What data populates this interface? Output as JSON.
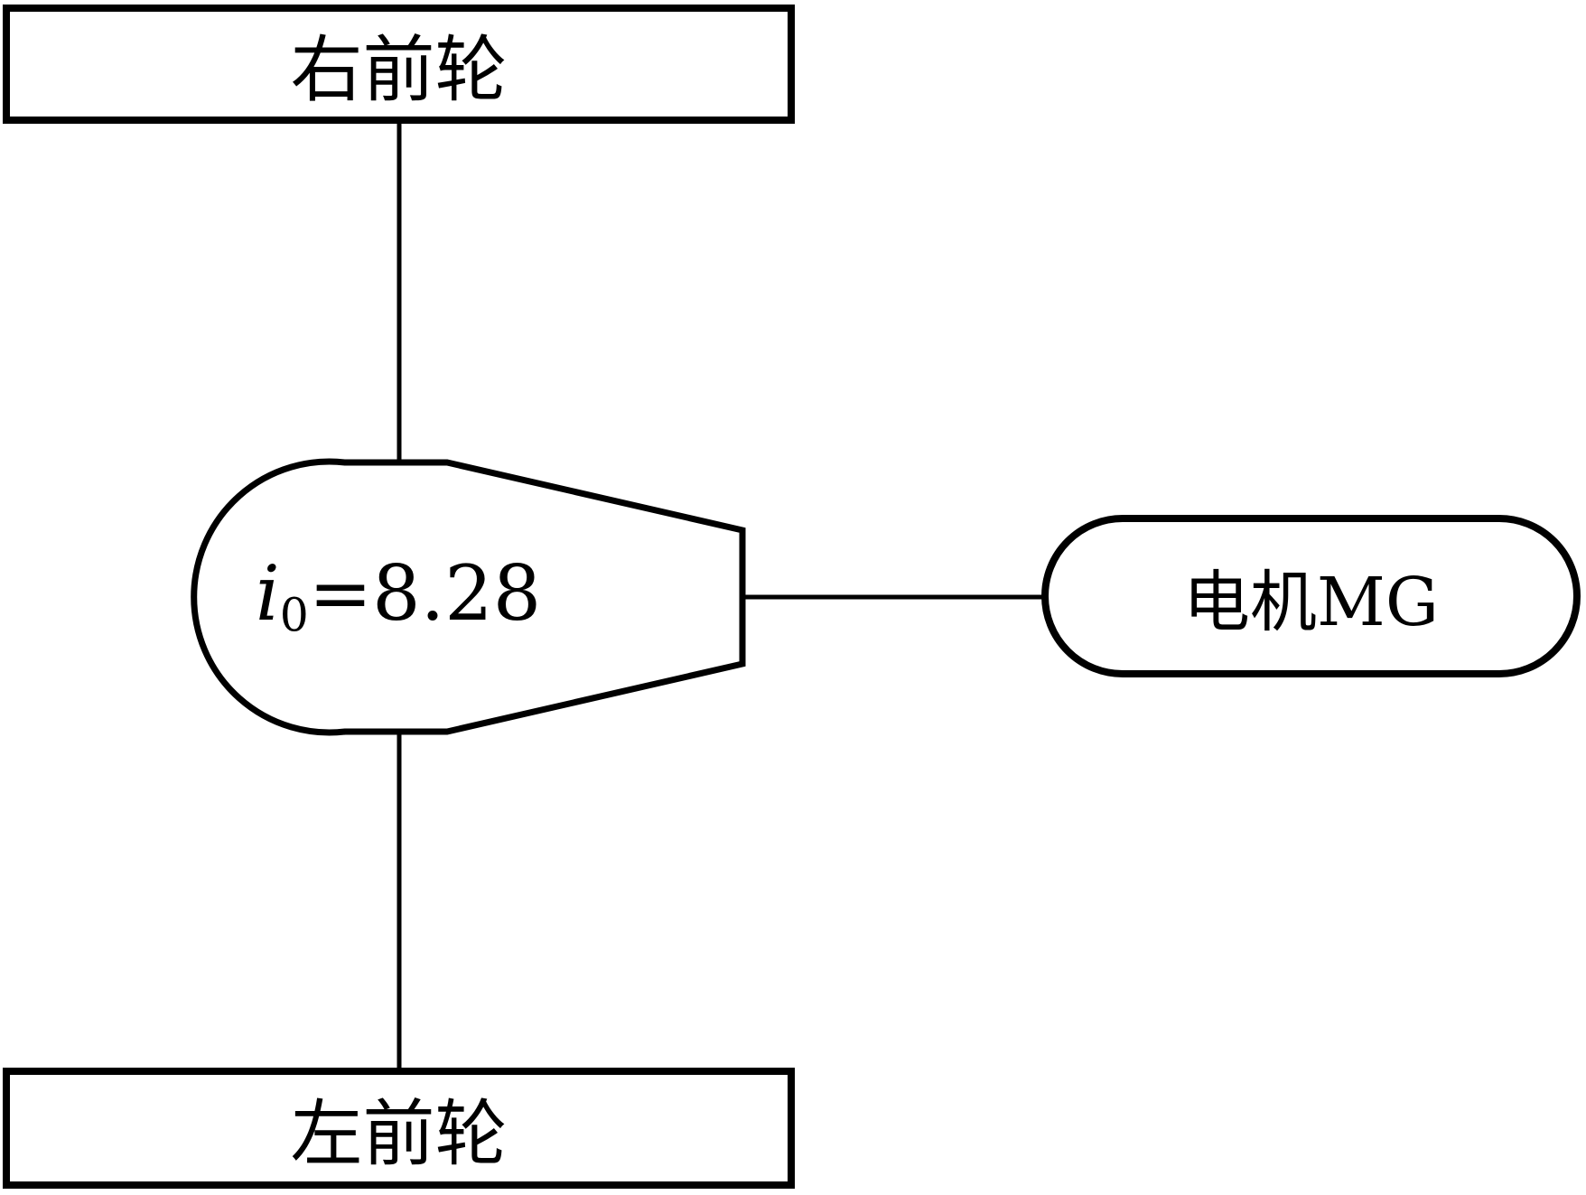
{
  "diagram": {
    "background_color": "#ffffff",
    "stroke_color": "#000000",
    "nodes": {
      "right_front_wheel": {
        "label": "右前轮",
        "shape": "rectangle"
      },
      "left_front_wheel": {
        "label": "左前轮",
        "shape": "rectangle"
      },
      "motor_mg": {
        "label": "电机MG",
        "shape": "stadium"
      },
      "final_drive": {
        "label_full": "i0=8.28",
        "label_var": "i",
        "label_subscript": "0",
        "label_value": "=8.28",
        "shape": "final-drive-symbol"
      }
    },
    "connections": [
      {
        "from": "right_front_wheel",
        "to": "final_drive",
        "style": "vertical-line"
      },
      {
        "from": "final_drive",
        "to": "left_front_wheel",
        "style": "vertical-line"
      },
      {
        "from": "final_drive",
        "to": "motor_mg",
        "style": "horizontal-line"
      }
    ]
  }
}
